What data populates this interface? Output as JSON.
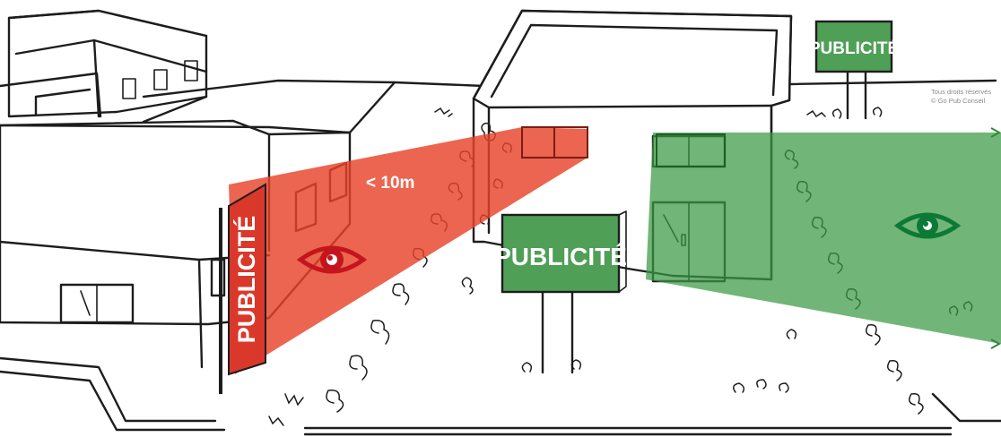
{
  "signs": {
    "small_sign_label": "PUBLICITÉ",
    "vertical_sign_label": "PUBLICITÉ",
    "center_sign_label": "PUBLICITÉ"
  },
  "distance_label": "< 10m",
  "copyright": {
    "line1": "Tous droits réservés",
    "line2": "© Go Pub Conseil"
  },
  "icons": [
    "eye-icon-red",
    "eye-icon-green",
    "arrow-right-icon"
  ],
  "colors": {
    "red_zone": "#e8432a",
    "red_sign": "#d9382a",
    "green_zone": "#3a9a44",
    "green_sign": "#4f9f57"
  }
}
